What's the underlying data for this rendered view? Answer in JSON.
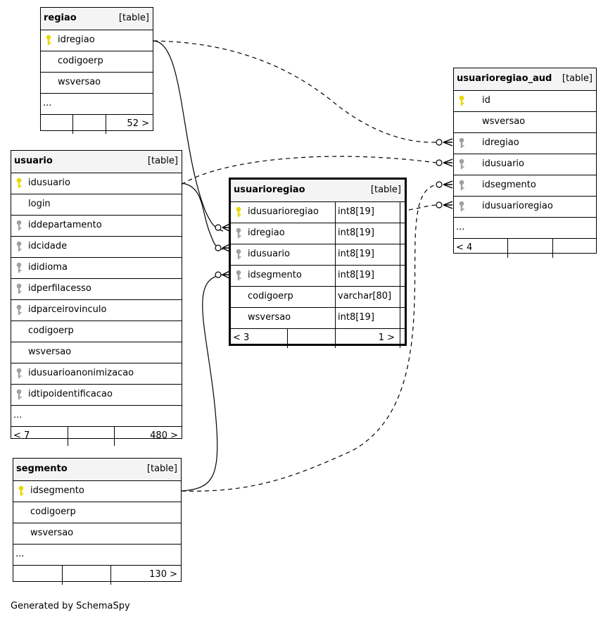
{
  "diagram": {
    "credit": "Generated by SchemaSpy",
    "tables": {
      "regiao": {
        "name": "regiao",
        "type": "[table]",
        "columns": [
          {
            "name": "idregiao",
            "key": "primary"
          },
          {
            "name": "codigoerp",
            "key": "none"
          },
          {
            "name": "wsversao",
            "key": "none"
          }
        ],
        "more": "...",
        "footer_left": "",
        "footer_right": "52 >"
      },
      "usuario": {
        "name": "usuario",
        "type": "[table]",
        "columns": [
          {
            "name": "idusuario",
            "key": "primary"
          },
          {
            "name": "login",
            "key": "none"
          },
          {
            "name": "iddepartamento",
            "key": "foreign"
          },
          {
            "name": "idcidade",
            "key": "foreign"
          },
          {
            "name": "ididioma",
            "key": "foreign"
          },
          {
            "name": "idperfilacesso",
            "key": "foreign"
          },
          {
            "name": "idparceirovinculo",
            "key": "foreign"
          },
          {
            "name": "codigoerp",
            "key": "none"
          },
          {
            "name": "wsversao",
            "key": "none"
          },
          {
            "name": "idusuarioanonimizacao",
            "key": "foreign"
          },
          {
            "name": "idtipoidentificacao",
            "key": "foreign"
          }
        ],
        "more": "...",
        "footer_left": "< 7",
        "footer_right": "480 >"
      },
      "segmento": {
        "name": "segmento",
        "type": "[table]",
        "columns": [
          {
            "name": "idsegmento",
            "key": "primary"
          },
          {
            "name": "codigoerp",
            "key": "none"
          },
          {
            "name": "wsversao",
            "key": "none"
          }
        ],
        "more": "...",
        "footer_left": "",
        "footer_right": "130 >"
      },
      "usuarioregiao": {
        "name": "usuarioregiao",
        "type": "[table]",
        "columns": [
          {
            "name": "idusuarioregiao",
            "datatype": "int8[19]",
            "key": "primary"
          },
          {
            "name": "idregiao",
            "datatype": "int8[19]",
            "key": "foreign"
          },
          {
            "name": "idusuario",
            "datatype": "int8[19]",
            "key": "foreign"
          },
          {
            "name": "idsegmento",
            "datatype": "int8[19]",
            "key": "foreign"
          },
          {
            "name": "codigoerp",
            "datatype": "varchar[80]",
            "key": "none"
          },
          {
            "name": "wsversao",
            "datatype": "int8[19]",
            "key": "none"
          }
        ],
        "footer_left": "< 3",
        "footer_right": "1 >"
      },
      "usuarioregiao_aud": {
        "name": "usuarioregiao_aud",
        "type": "[table]",
        "columns": [
          {
            "name": "id",
            "key": "primary"
          },
          {
            "name": "wsversao",
            "key": "none"
          },
          {
            "name": "idregiao",
            "key": "foreign"
          },
          {
            "name": "idusuario",
            "key": "foreign"
          },
          {
            "name": "idsegmento",
            "key": "foreign"
          },
          {
            "name": "idusuarioregiao",
            "key": "foreign"
          }
        ],
        "more": "...",
        "footer_left": "< 4",
        "footer_right": ""
      }
    },
    "colors": {
      "primary_key": "#e8d800",
      "foreign_key": "#a0a0a0",
      "header_bg": "#f4f4f4",
      "line": "#000000"
    }
  }
}
